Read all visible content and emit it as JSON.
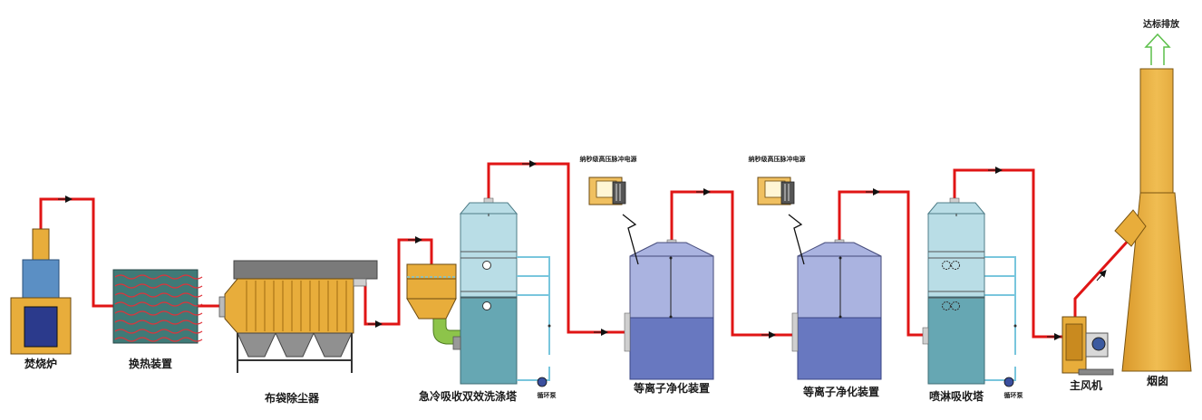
{
  "labels": {
    "incinerator": "焚烧炉",
    "heat_exchanger": "换热装置",
    "bag_filter": "布袋除尘器",
    "quench_tower": "急冷吸收双效洗涤塔",
    "plasma_1": "等离子净化装置",
    "plasma_2": "等离子净化装置",
    "spray_tower": "喷淋吸收塔",
    "main_fan": "主风机",
    "chimney": "烟囱",
    "emission": "达标排放",
    "power_supply_1": "纳秒级高压脉冲电源",
    "power_supply_2": "纳秒级高压脉冲电源",
    "pump_1": "循环泵",
    "pump_2": "循环泵"
  },
  "colors": {
    "pipe": "#e01515",
    "equipment_orange": "#e8ad3b",
    "incinerator_blue": "#5b8fc4",
    "incinerator_navy": "#2b3a8c",
    "exchanger": "#3f7a77",
    "tower_upper": "#b9dde6",
    "tower_lower": "#66a7b3",
    "plasma_upper": "#aab3e0",
    "plasma_lower": "#6878c0",
    "water_line": "#79c6dd",
    "quench_duct": "#8dc44a",
    "emission_arrow": "#5cbf4a"
  }
}
